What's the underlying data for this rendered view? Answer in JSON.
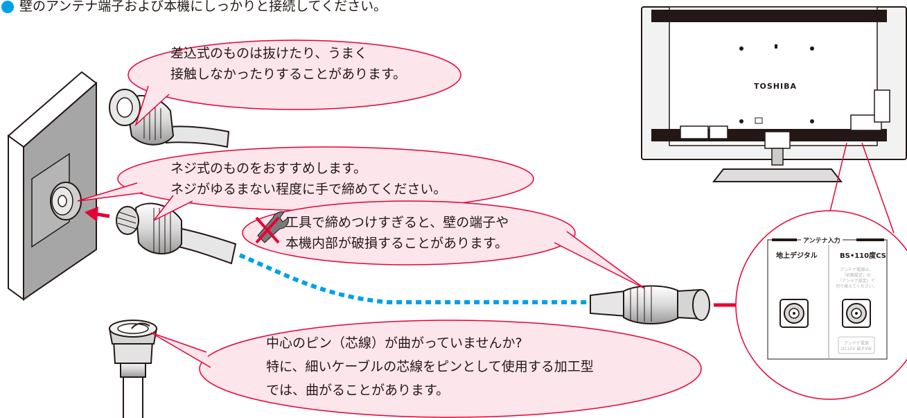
{
  "header": {
    "bullet_text": "壁のアンテナ端子および本機にしっかりと接続してください。",
    "bullet_color": "#00a0e9"
  },
  "colors": {
    "bubble_fill": "#fde5ec",
    "bubble_stroke": "#e60033",
    "arrow_red": "#e60033",
    "cable_dotted": "#00a0e9"
  },
  "bubbles": {
    "plug_in": {
      "lines": [
        "差込式のものは抜けたり、うまく",
        "接触しなかったりすることがあります。"
      ]
    },
    "screw": {
      "lines": [
        "ネジ式のものをおすすめします。",
        "ネジがゆるまない程度に手で締めてください。"
      ]
    },
    "tool_warning": {
      "lines": [
        "工具で締めつけすぎると、壁の端子や",
        "本機内部が破損することがあります。"
      ],
      "icon": "no-tools-icon"
    },
    "pin": {
      "lines": [
        "中心のピン（芯線）が曲がっていませんか?",
        "特に、細いケーブルの芯線をピンとして使用する加工型",
        "では、曲がることがあります。"
      ]
    }
  },
  "tv": {
    "brand": "TOSHIBA"
  },
  "antenna_panel": {
    "title": "アンテナ入力",
    "left_label": "地上デジタル",
    "right_label": "BS•110度CS",
    "right_note": "アンテナ電源は、\n「初期設定」の\n「アンテナ設定」で\n切り換えてください。",
    "power_note": "アンテナ電源\nDC15V 最大4W"
  }
}
